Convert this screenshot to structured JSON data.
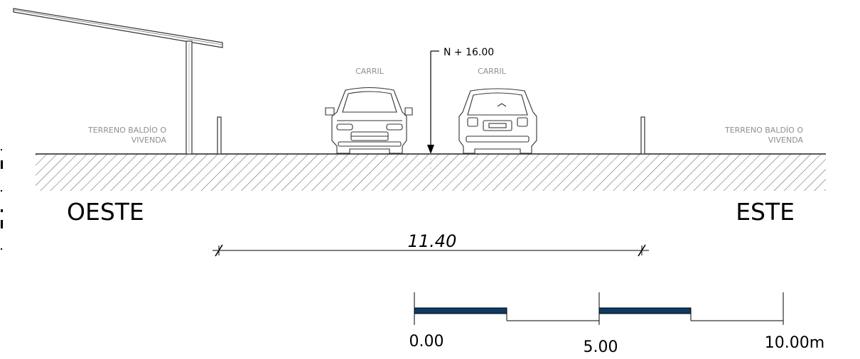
{
  "drawing": {
    "station_label": "N + 16.00",
    "lane_left_label": "CARRIL",
    "lane_right_label": "CARRIL",
    "west": {
      "lot_line1": "TERRENO BALDÍO O",
      "lot_line2": "VIVENDA",
      "direction": "OESTE"
    },
    "east": {
      "lot_line1": "TERRENO BALDÍO O",
      "lot_line2": "VIVENDA",
      "direction": "ESTE"
    },
    "width_dimension": "11.40"
  },
  "scale_bar": {
    "tick_labels": [
      "0.00",
      "5.00",
      "10.00m"
    ],
    "fill_color": "#0d3b66"
  }
}
